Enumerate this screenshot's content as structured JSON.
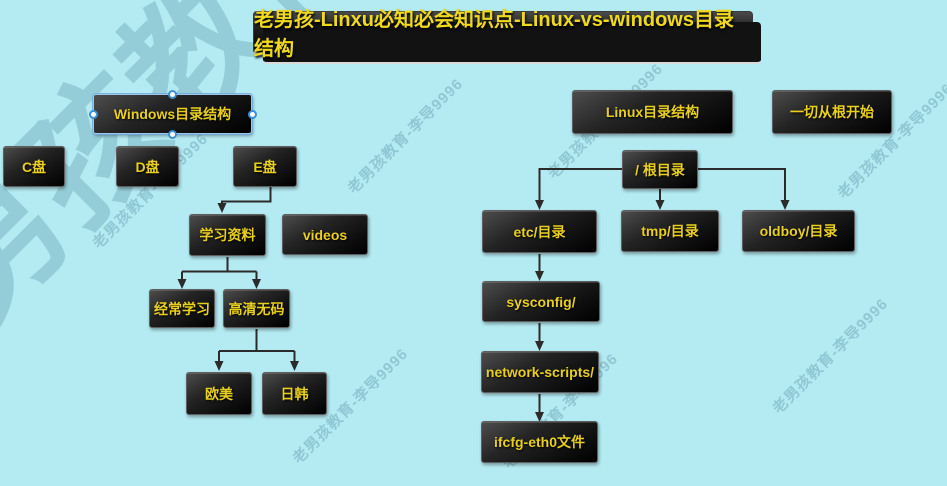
{
  "title": "老男孩-Linxu必知必会知识点-Linux-vs-windows目录结构",
  "watermark_text": "老男孩教育-李导9996",
  "colors": {
    "background": "#b4eaf2",
    "node_background": "#1a1a1a",
    "node_text": "#e8cf1d",
    "connector": "#2b2b2b",
    "selection": "#3f8fd4",
    "watermark": "#3a7a8e"
  },
  "windows_tree": {
    "root": "Windows目录结构",
    "children": [
      "C盘",
      "D盘",
      "E盘"
    ],
    "e_drive_children": [
      "学习资料",
      "videos"
    ],
    "study_children": [
      "经常学习",
      "高清无码"
    ],
    "hd_children": [
      "欧美",
      "日韩"
    ]
  },
  "linux_tree": {
    "root": "Linux目录结构",
    "note": "一切从根开始",
    "root_dir": "/ 根目录",
    "root_children": [
      "etc/目录",
      "tmp/目录",
      "oldboy/目录"
    ],
    "etc_chain": [
      "sysconfig/",
      "network-scripts/",
      "ifcfg-eth0文件"
    ]
  },
  "nodes": {
    "windows_root": "Windows目录结构",
    "c_drive": "C盘",
    "d_drive": "D盘",
    "e_drive": "E盘",
    "study_material": "学习资料",
    "videos": "videos",
    "often_study": "经常学习",
    "hd_uncensored": "高清无码",
    "europe_us": "欧美",
    "japan_korea": "日韩",
    "linux_root": "Linux目录结构",
    "root_note": "一切从根开始",
    "root_dir": "/ 根目录",
    "etc_dir": "etc/目录",
    "tmp_dir": "tmp/目录",
    "oldboy_dir": "oldboy/目录",
    "sysconfig": "sysconfig/",
    "network_scripts": "network-scripts/",
    "ifcfg_eth0": "ifcfg-eth0文件"
  }
}
